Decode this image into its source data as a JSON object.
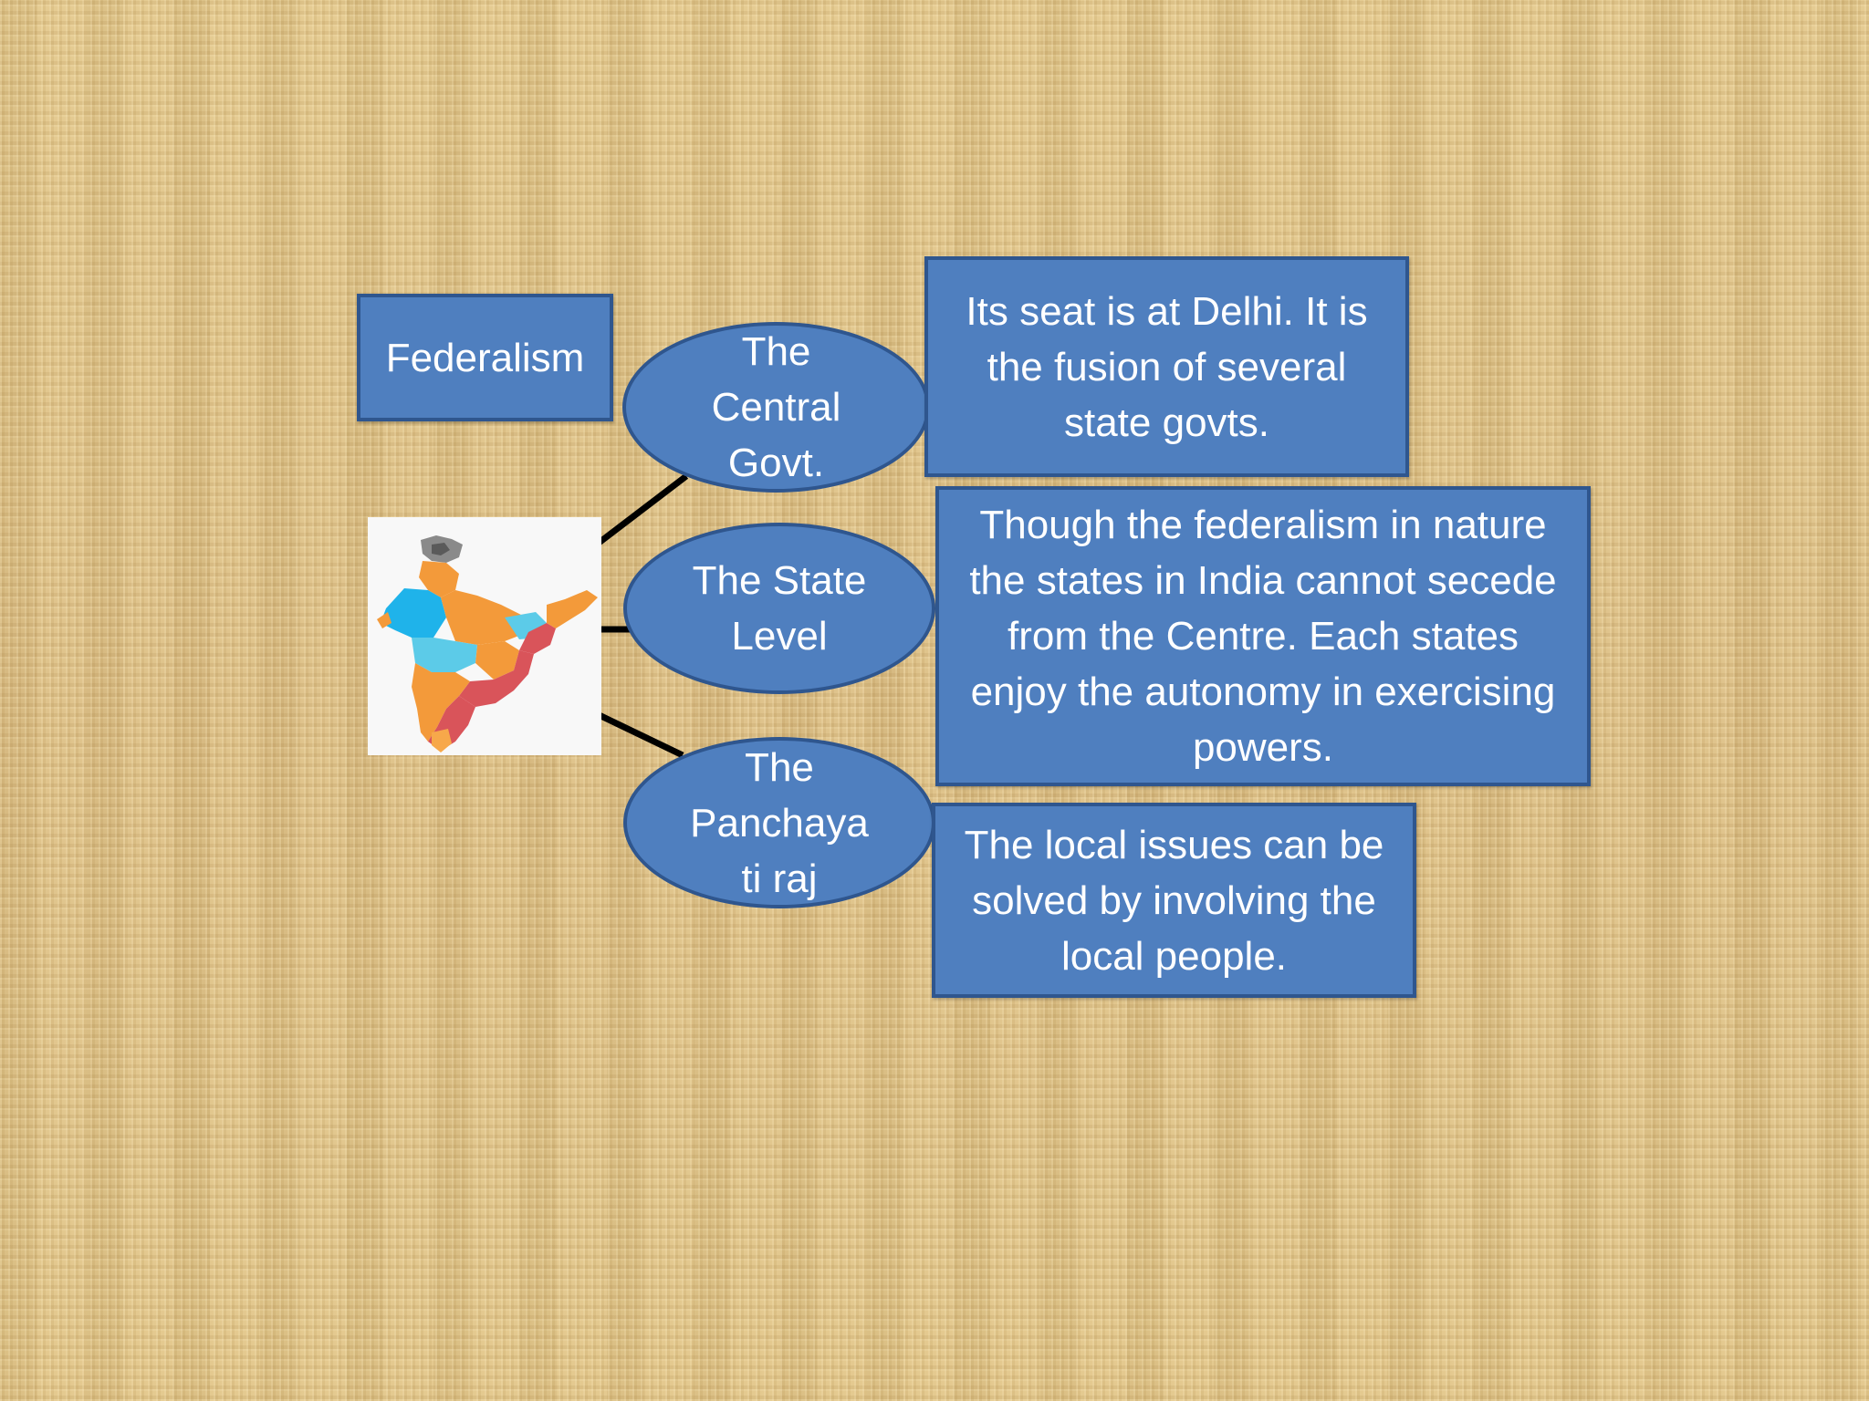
{
  "title_box": {
    "label": "Federalism"
  },
  "levels": [
    {
      "label": "The\nCentral\nGovt.",
      "description": "Its seat is at Delhi. It is the fusion of several state govts."
    },
    {
      "label": "The State\nLevel",
      "description": "Though the federalism in nature the states in India cannot secede from the Centre. Each states enjoy the autonomy in exercising powers."
    },
    {
      "label": "The\nPanchaya\nti raj",
      "description": "The local issues can be solved by involving the local people."
    }
  ],
  "colors": {
    "box_fill": "#4f7fbf",
    "box_border": "#2f568e",
    "text": "#ffffff",
    "map_orange": "#f39a3a",
    "map_blue": "#1fb3ea",
    "map_light_blue": "#5ccbe8",
    "map_red": "#d9545a",
    "map_gray": "#8a8a8a"
  },
  "map_icon": "india-states-map"
}
